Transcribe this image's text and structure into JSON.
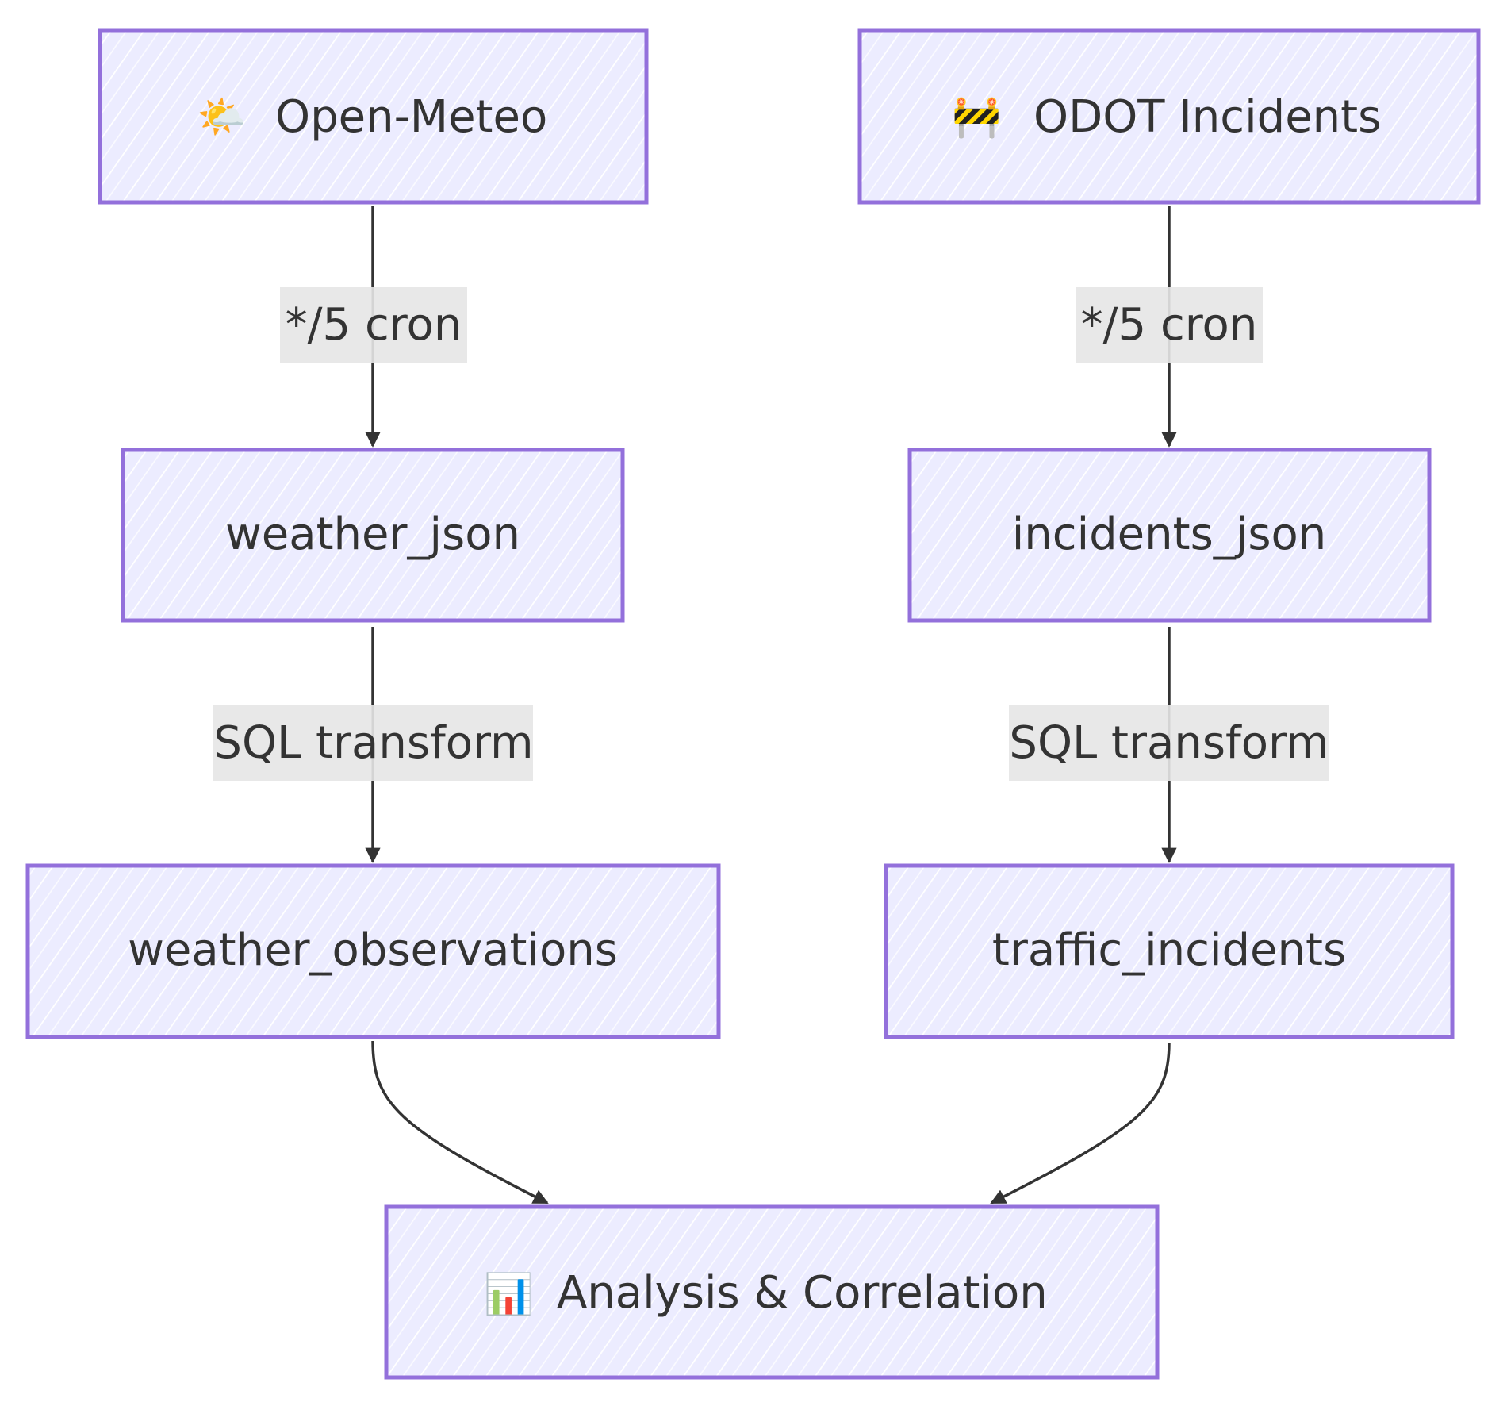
{
  "diagram": {
    "type": "flowchart",
    "direction": "top-down",
    "style": "hand-drawn",
    "colors": {
      "node_fill": "#ececff",
      "node_hatch": "#ffffff",
      "node_border": "#9370db",
      "text": "#333333",
      "edge": "#333333",
      "edge_label_bg": "#e8e8e8",
      "background": "#ffffff"
    },
    "nodes": [
      {
        "id": "open_meteo",
        "icon": "sun-behind-cloud-icon",
        "icon_glyph": "🌤️",
        "label": "Open-Meteo"
      },
      {
        "id": "odot",
        "icon": "construction-barrier-icon",
        "icon_glyph": "🚧",
        "label": "ODOT Incidents"
      },
      {
        "id": "weather_json",
        "label": "weather_json"
      },
      {
        "id": "incidents_json",
        "label": "incidents_json"
      },
      {
        "id": "weather_observations",
        "label": "weather_observations"
      },
      {
        "id": "traffic_incidents",
        "label": "traffic_incidents"
      },
      {
        "id": "analysis",
        "icon": "bar-chart-icon",
        "icon_glyph": "📊",
        "label": "Analysis & Correlation"
      }
    ],
    "edges": [
      {
        "from": "open_meteo",
        "to": "weather_json",
        "label": "*/5 cron"
      },
      {
        "from": "odot",
        "to": "incidents_json",
        "label": "*/5 cron"
      },
      {
        "from": "weather_json",
        "to": "weather_observations",
        "label": "SQL transform"
      },
      {
        "from": "incidents_json",
        "to": "traffic_incidents",
        "label": "SQL transform"
      },
      {
        "from": "weather_observations",
        "to": "analysis",
        "label": ""
      },
      {
        "from": "traffic_incidents",
        "to": "analysis",
        "label": ""
      }
    ]
  }
}
